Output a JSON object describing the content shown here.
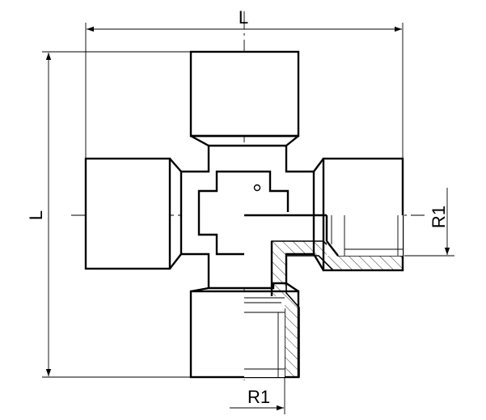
{
  "dimensions": {
    "top_width": "L",
    "left_height": "L",
    "right_thread": "R1",
    "bottom_thread": "R1"
  }
}
